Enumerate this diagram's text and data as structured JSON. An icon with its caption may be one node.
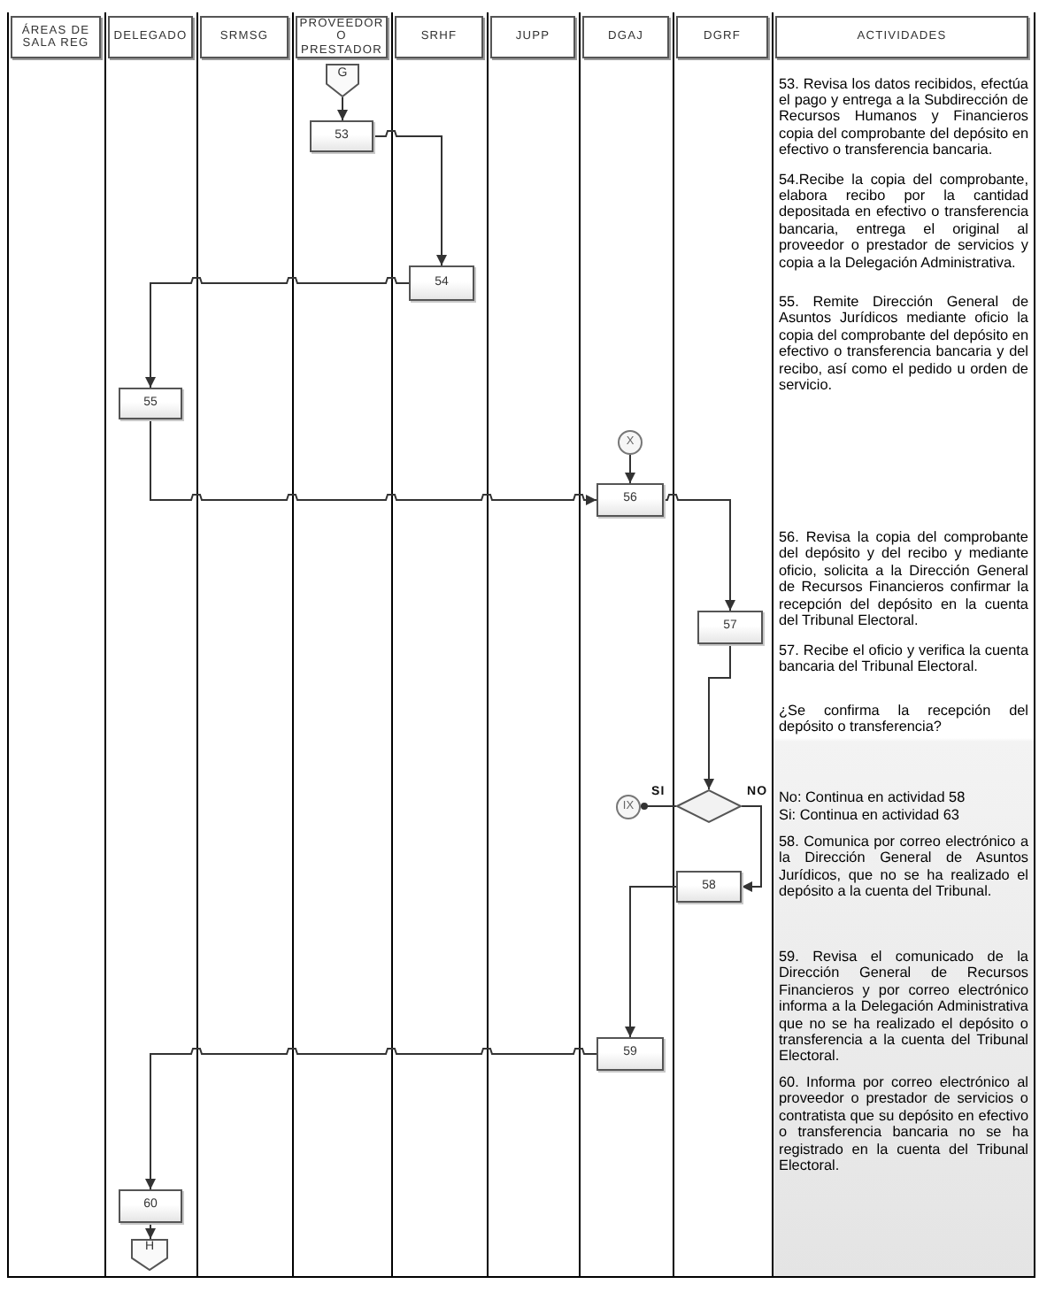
{
  "diagram": {
    "nodes": [
      {
        "text": [
          "G"
        ]
      },
      {
        "text": [
          "53"
        ]
      },
      {
        "text": [
          "54"
        ]
      },
      {
        "text": [
          "55"
        ]
      },
      {
        "text": [
          "X"
        ]
      },
      {
        "text": [
          "56"
        ]
      },
      {
        "text": [
          "57"
        ]
      },
      {
        "text": [
          "IX"
        ]
      },
      {
        "text": [],
        "shape": "diamond"
      },
      {
        "text": [
          "58"
        ]
      },
      {
        "text": [
          "59"
        ]
      },
      {
        "text": [
          "60"
        ]
      },
      {
        "text": [
          "H"
        ]
      }
    ],
    "edges": [
      {
        "from": 0,
        "to": 1,
        "arrow": "to"
      },
      {
        "from": 1,
        "to": 2,
        "arrow": "to"
      },
      {
        "from": 2,
        "to": 3,
        "arrow": "to"
      },
      {
        "from": 3,
        "to": 5,
        "arrow": "to"
      },
      {
        "from": 4,
        "to": 5,
        "arrow": "to"
      },
      {
        "from": 5,
        "to": 6,
        "arrow": "to"
      },
      {
        "from": 6,
        "to": 8,
        "arrow": "to"
      },
      {
        "from": 8,
        "to": 7,
        "arrow": "other",
        "label": "SI"
      },
      {
        "from": 8,
        "to": 9,
        "arrow": "to",
        "label": "NO"
      },
      {
        "from": 9,
        "to": 10,
        "arrow": "to"
      },
      {
        "from": 10,
        "to": 11,
        "arrow": "to"
      },
      {
        "from": 11,
        "to": 12,
        "arrow": "to"
      }
    ],
    "labels": [
      "ÁREAS DE SALA REG",
      "DELEGADO",
      "SRMSG",
      "PROVEEDOR O PRESTADOR",
      "SRHF",
      "JUPP",
      "DGAJ",
      "DGRF",
      "ACTIVIDADES",
      "53. Revisa los datos recibidos, efectúa el pago y entrega a la Subdirección de Recursos Humanos y Financieros copia del comprobante del depósito en efectivo o transferencia bancaria.",
      "54.Recibe la copia del comprobante, elabora recibo por la cantidad depositada en efectivo o transferencia bancaria, entrega el original al proveedor o prestador de servicios y copia a la Delegación Administrativa.",
      "55. Remite Dirección General de Asuntos Jurídicos mediante oficio la copia del comprobante del depósito en efectivo o transferencia bancaria y del recibo, así como el pedido u orden de servicio.",
      "56. Revisa la copia del comprobante del depósito y del recibo y mediante oficio, solicita a la Dirección General de Recursos Financieros confirmar la recepción del depósito en la cuenta del Tribunal Electoral.",
      "57. Recibe el oficio y verifica la cuenta bancaria del Tribunal Electoral.",
      "¿Se confirma la recepción del depósito o transferencia?",
      "No: Continua en actividad 58",
      "Si: Continua en actividad 63",
      "58. Comunica por correo electrónico a la Dirección General de Asuntos Jurídicos, que no se ha realizado el depósito a la cuenta del Tribunal.",
      "59. Revisa el comunicado de la Dirección General de Recursos Financieros y por correo electrónico informa a la Delegación Administrativa que no se ha realizado el depósito o transferencia a la cuenta del Tribunal Electoral.",
      "60. Informa por correo electrónico al proveedor o prestador de servicios o contratista que su depósito en efectivo o transferencia bancaria no se ha registrado en la cuenta del Tribunal Electoral."
    ]
  }
}
